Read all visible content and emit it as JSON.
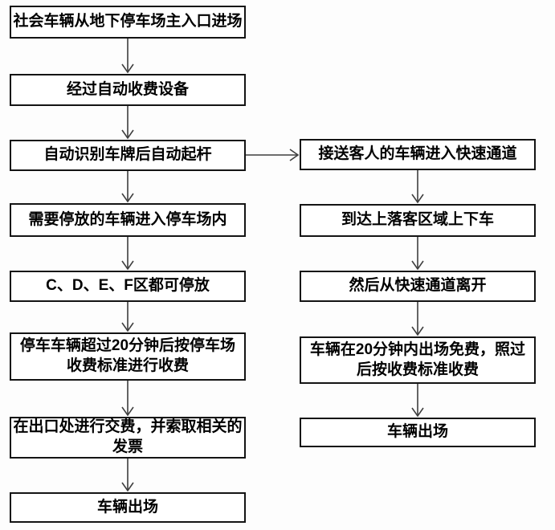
{
  "flowchart": {
    "background_color": "#fdfdfd",
    "box_fill": "#ffffff",
    "box_border_color": "#141414",
    "text_color": "#000000",
    "arrow_color": "#3f3f3f",
    "left_column": [
      {
        "id": "L1",
        "label": "社会车辆从地下停车场主入口进场"
      },
      {
        "id": "L2",
        "label": "经过自动收费设备"
      },
      {
        "id": "L3",
        "label": "自动识别车牌后自动起杆"
      },
      {
        "id": "L4",
        "label": "需要停放的车辆进入停车场内"
      },
      {
        "id": "L5",
        "label": "C、D、E、F区都可停放"
      },
      {
        "id": "L6",
        "label": "停车车辆超过20分钟后按停车场\n收费标准进行收费"
      },
      {
        "id": "L7",
        "label": "在出口处进行交费，并索取相关的\n发票"
      },
      {
        "id": "L8",
        "label": "车辆出场"
      }
    ],
    "right_column": [
      {
        "id": "R1",
        "label": "接送客人的车辆进入快速通道"
      },
      {
        "id": "R2",
        "label": "到达上落客区域上下车"
      },
      {
        "id": "R3",
        "label": "然后从快速通道离开"
      },
      {
        "id": "R4",
        "label": "车辆在20分钟内出场免费，照过\n后按收费标准收费"
      },
      {
        "id": "R5",
        "label": "车辆出场"
      }
    ],
    "edges": [
      {
        "from": "L1",
        "to": "L2"
      },
      {
        "from": "L2",
        "to": "L3"
      },
      {
        "from": "L3",
        "to": "L4"
      },
      {
        "from": "L4",
        "to": "L5"
      },
      {
        "from": "L5",
        "to": "L6"
      },
      {
        "from": "L6",
        "to": "L7"
      },
      {
        "from": "L7",
        "to": "L8"
      },
      {
        "from": "L3",
        "to": "R1"
      },
      {
        "from": "R1",
        "to": "R2"
      },
      {
        "from": "R2",
        "to": "R3"
      },
      {
        "from": "R3",
        "to": "R4"
      },
      {
        "from": "R4",
        "to": "R5"
      }
    ]
  }
}
